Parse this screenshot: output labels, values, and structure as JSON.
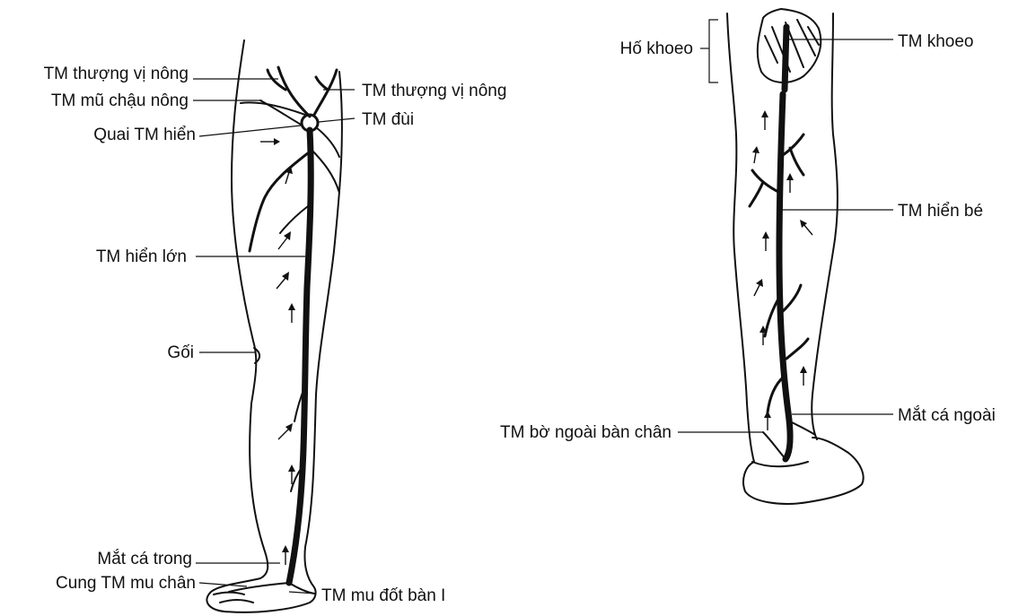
{
  "left_labels": [
    "TM thượng vị nông",
    "TM mũ chậu nông",
    "Quai TM hiển",
    "TM hiển lớn",
    "Gối",
    "Mắt cá trong",
    "Cung TM mu chân"
  ],
  "left_right_labels": [
    "TM thượng vị nông",
    "TM đùi",
    "TM mu đốt bàn I"
  ],
  "right_leg_labels": {
    "popliteal_fossa": "Hố khoeo",
    "popliteal_vein": "TM khoeo",
    "small_saphenous": "TM hiển bé",
    "lateral_malleolus": "Mắt cá ngoài",
    "lateral_marginal": "TM bờ ngoài bàn chân"
  }
}
